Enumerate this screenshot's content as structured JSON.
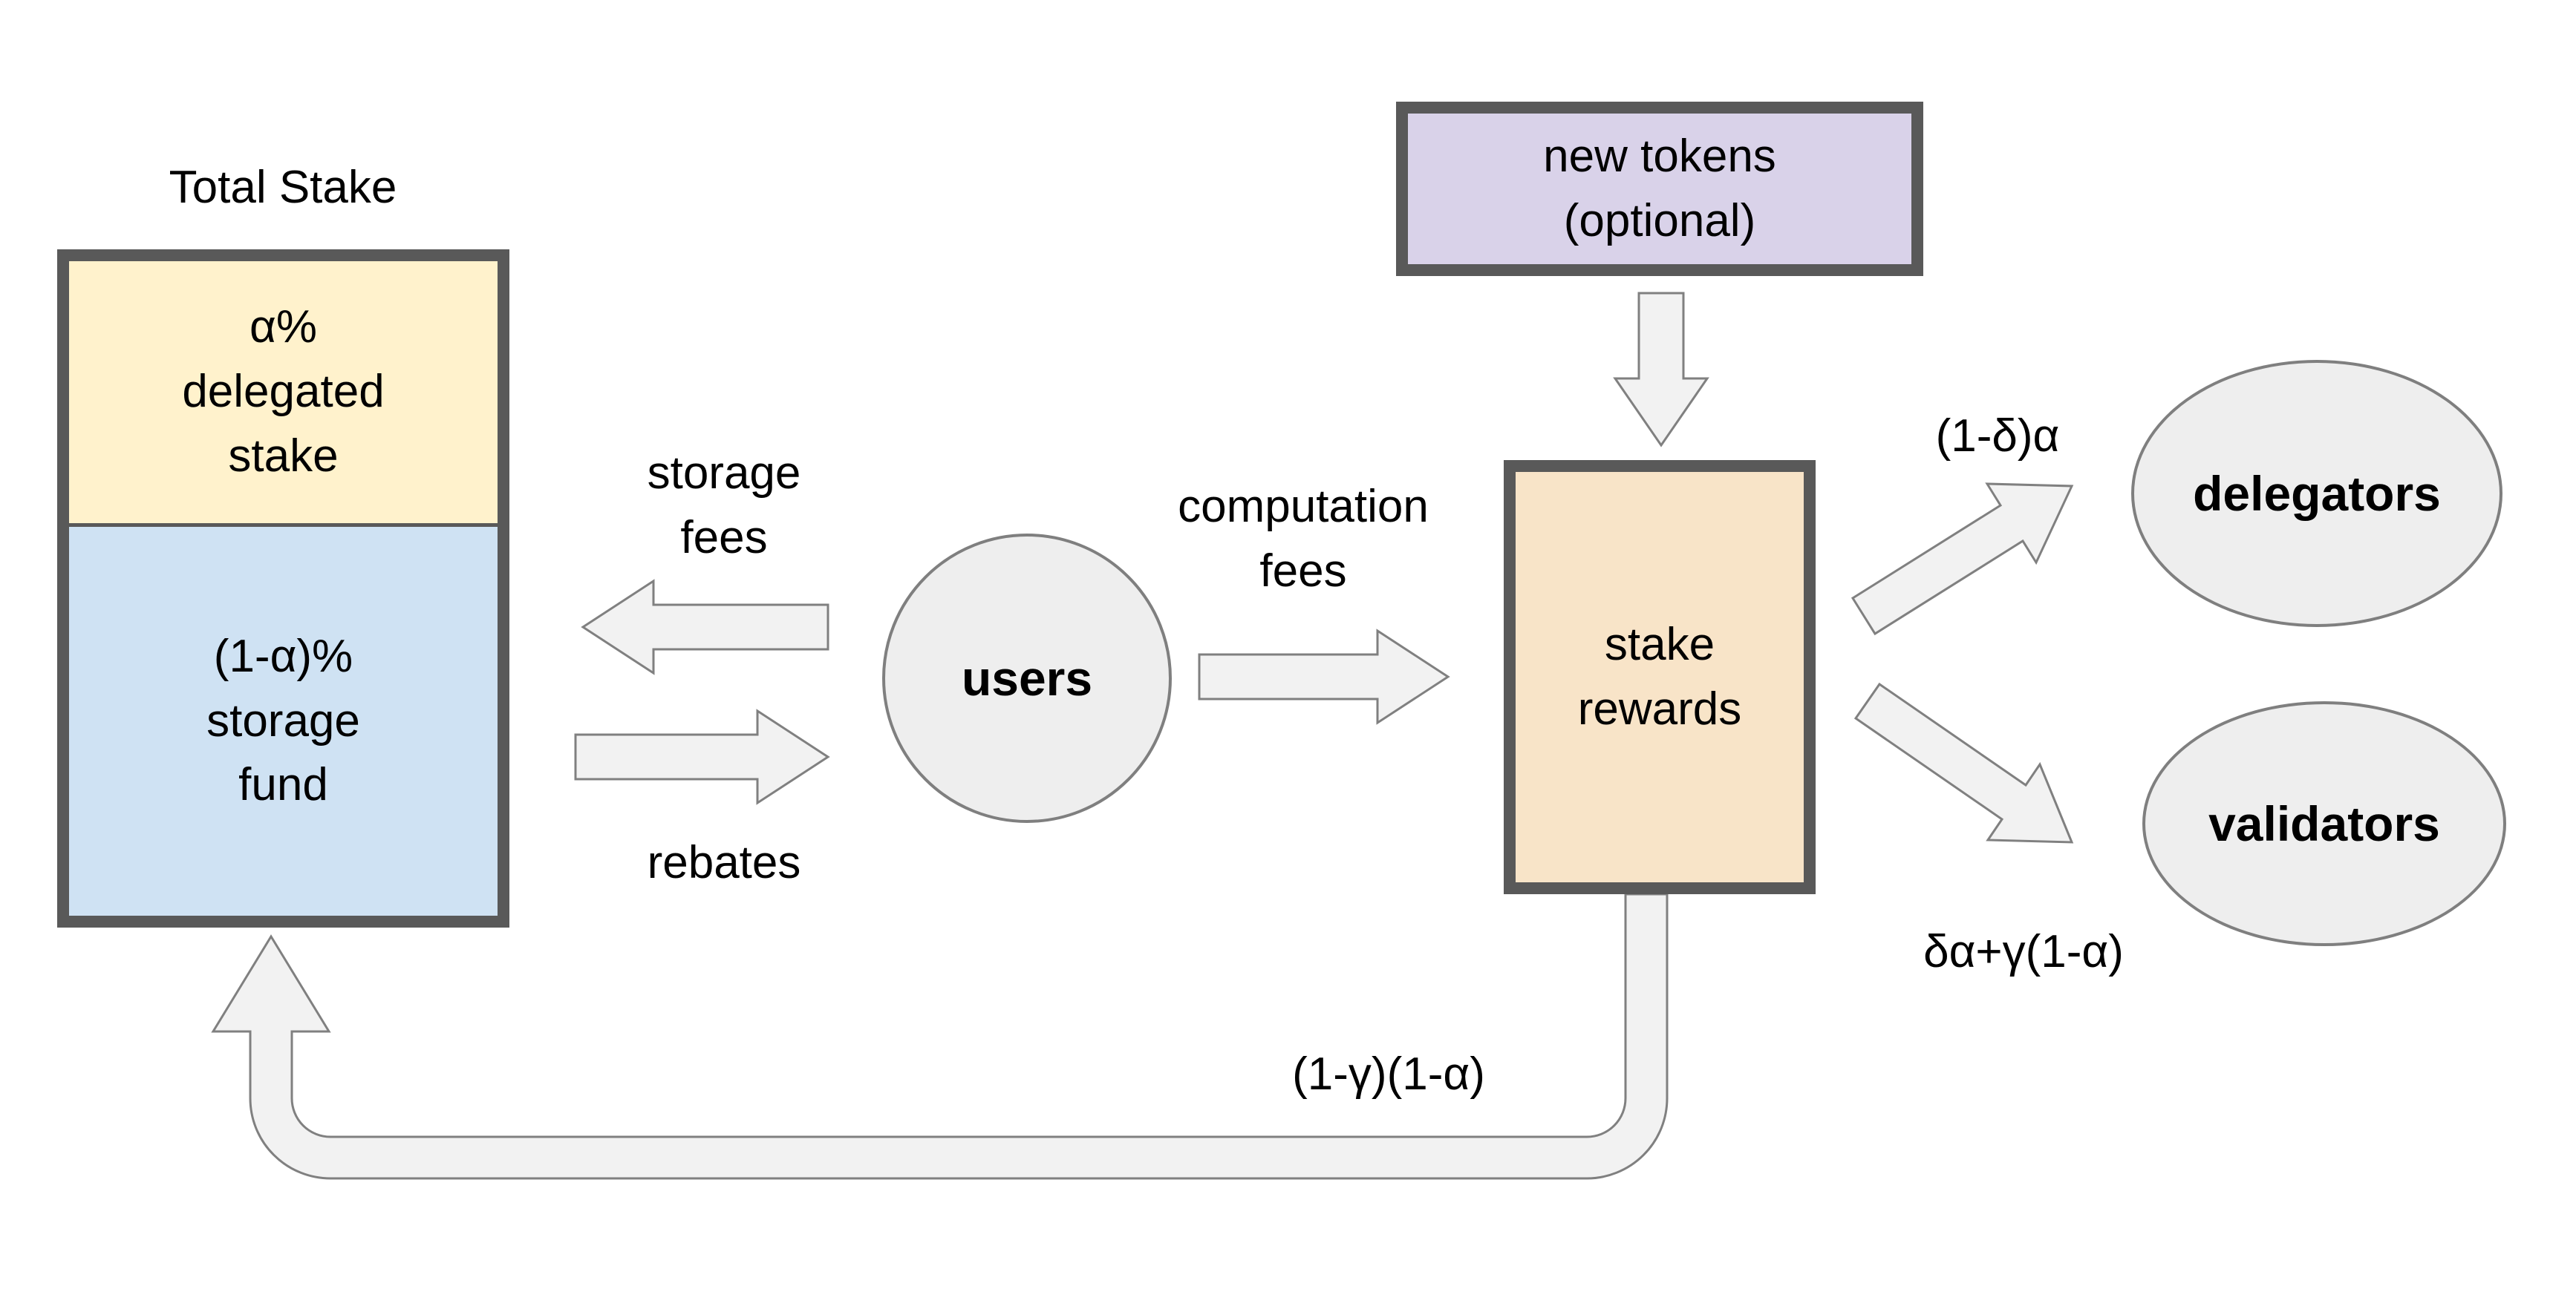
{
  "diagram": {
    "total_stake": {
      "label": "Total Stake",
      "delegated": "α%\ndelegated\nstake",
      "storage_fund": "(1-α)%\nstorage\nfund"
    },
    "users": {
      "label": "users"
    },
    "new_tokens": {
      "label": "new tokens\n(optional)"
    },
    "stake_rewards": {
      "label": "stake\nrewards"
    },
    "delegators": {
      "label": "delegators"
    },
    "validators": {
      "label": "validators"
    },
    "flows": {
      "storage_fees": "storage\nfees",
      "rebates": "rebates",
      "computation_fees": "computation\nfees",
      "reward_to_delegators": "(1-δ)α",
      "reward_to_validators": "δα+γ(1-α)",
      "storage_fund_return": "(1-γ)(1-α)"
    },
    "colors": {
      "delegated_fill": "#fff2cc",
      "storage_fund_fill": "#cfe2f3",
      "new_tokens_fill": "#d9d2e9",
      "stake_rewards_fill": "#f8e4c8",
      "node_fill": "#eeeeee",
      "box_border": "#595959",
      "node_border": "#7f7f7f",
      "arrow_fill": "#f2f2f2",
      "arrow_stroke": "#808080"
    }
  }
}
